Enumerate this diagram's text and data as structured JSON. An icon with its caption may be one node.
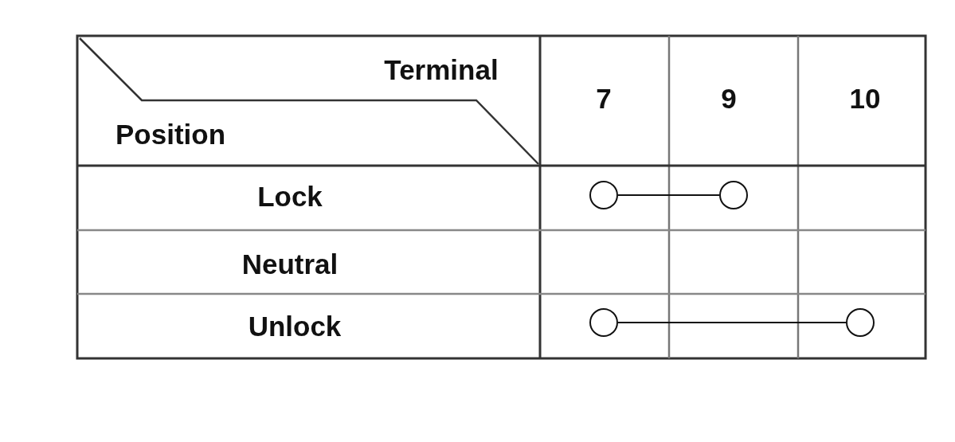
{
  "diagram": {
    "nodes": [
      {
        "text": [],
        "shape": "circle"
      },
      {
        "text": [],
        "shape": "circle"
      },
      {
        "text": [],
        "shape": "circle"
      },
      {
        "text": [],
        "shape": "circle"
      }
    ],
    "edges": [
      {
        "from": 0,
        "to": 1,
        "arrow": "none"
      },
      {
        "from": 2,
        "to": 3,
        "arrow": "none"
      }
    ],
    "labels": [
      "Terminal",
      "Position",
      "7",
      "9",
      "10",
      "Lock",
      "Neutral",
      "Unlock"
    ]
  }
}
